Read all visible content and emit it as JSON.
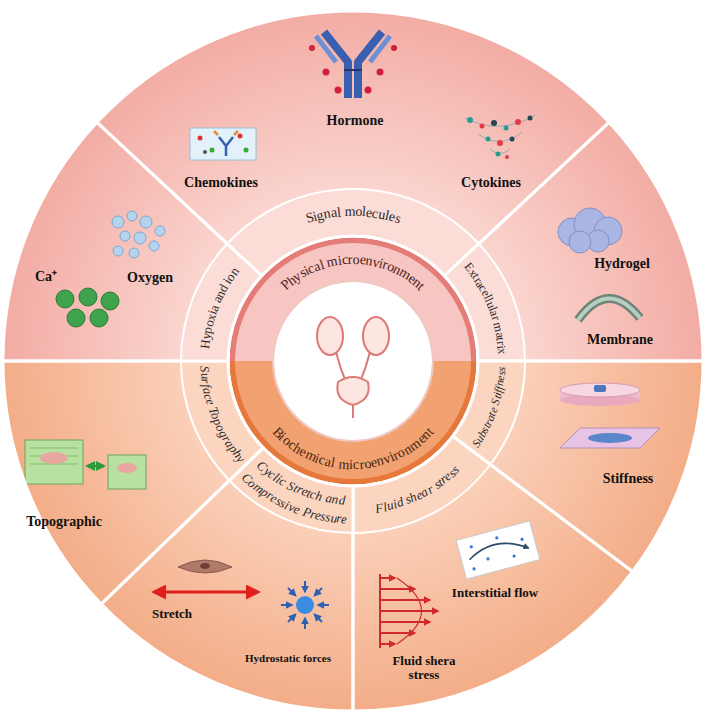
{
  "diagram": {
    "nodes": [
      {
        "text": [
          "Physical microenvironment",
          "Biochemical microenvironment"
        ]
      },
      {
        "text": [
          "Signal molecules",
          "Chemokines",
          "Hormone",
          "Cytokines"
        ]
      },
      {
        "text": [
          "Extracellular matrix",
          "Hydrogel",
          "Membrane"
        ]
      },
      {
        "text": [
          "Substrate Stiffness",
          "Stiffness"
        ]
      },
      {
        "text": [
          "Fluid shear stress",
          "Interstitial flow",
          "Fluid shera stress"
        ]
      },
      {
        "text": [
          "Cyclic Stretch and Compressive Pressure",
          "Stretch",
          "Hydrostatic forces"
        ]
      },
      {
        "text": [
          "Surface Topography",
          "Topographic"
        ]
      },
      {
        "text": [
          "Hypoxia and ion",
          "Oxygen",
          "Ca⁺"
        ]
      }
    ]
  }
}
